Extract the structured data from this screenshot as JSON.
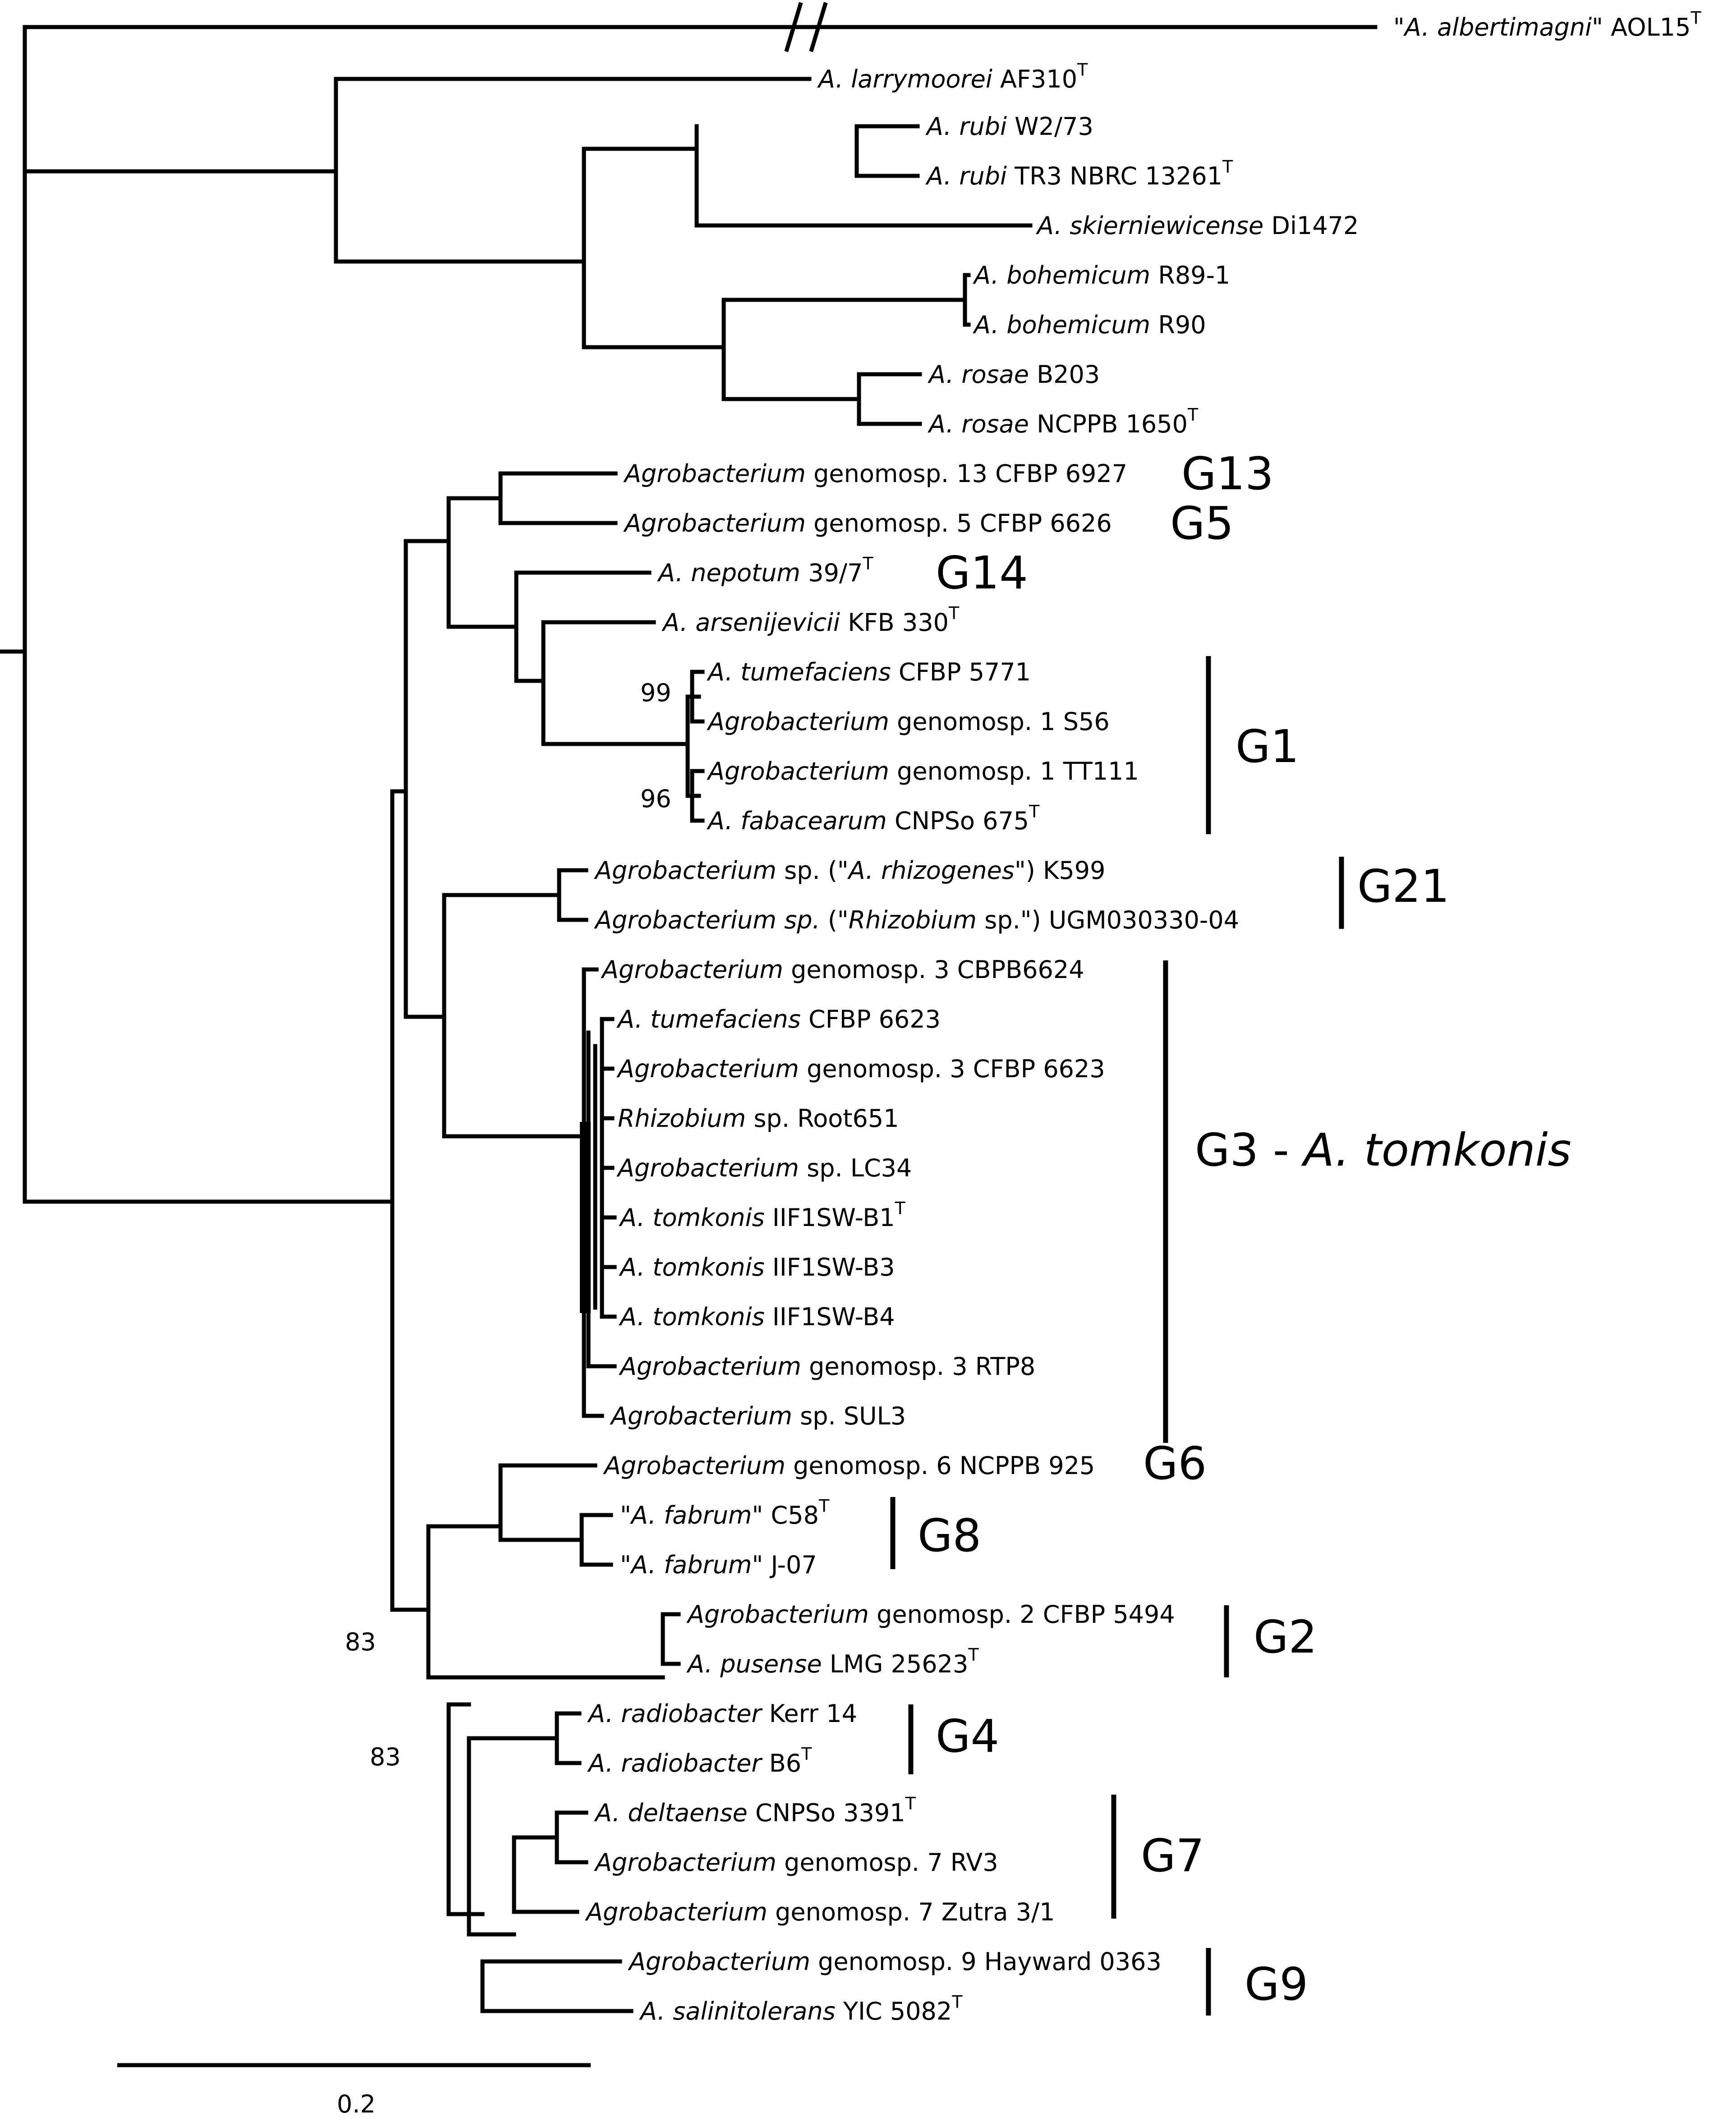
{
  "leaves": [
    {
      "id": "alb",
      "parts": [
        {
          "t": "\"A. albertimagni\"",
          "i": true
        },
        {
          "t": " AOL15"
        }
      ],
      "sup": "T"
    },
    {
      "id": "lar",
      "parts": [
        {
          "t": "A. larrymoorei",
          "i": true
        },
        {
          "t": " AF310"
        }
      ],
      "sup": "T"
    },
    {
      "id": "rub1",
      "parts": [
        {
          "t": "A. rubi",
          "i": true
        },
        {
          "t": " W2/73"
        }
      ],
      "sup": ""
    },
    {
      "id": "rub2",
      "parts": [
        {
          "t": "A. rubi",
          "i": true
        },
        {
          "t": " TR3 NBRC 13261"
        }
      ],
      "sup": "T"
    },
    {
      "id": "ski",
      "parts": [
        {
          "t": "A. skierniewicense",
          "i": true
        },
        {
          "t": " Di1472"
        }
      ],
      "sup": ""
    },
    {
      "id": "boh1",
      "parts": [
        {
          "t": "A. bohemicum",
          "i": true
        },
        {
          "t": " R89-1"
        }
      ],
      "sup": ""
    },
    {
      "id": "boh2",
      "parts": [
        {
          "t": "A. bohemicum",
          "i": true
        },
        {
          "t": " R90"
        }
      ],
      "sup": ""
    },
    {
      "id": "ros1",
      "parts": [
        {
          "t": "A. rosae",
          "i": true
        },
        {
          "t": " B203"
        }
      ],
      "sup": ""
    },
    {
      "id": "ros2",
      "parts": [
        {
          "t": "A. rosae",
          "i": true
        },
        {
          "t": " NCPPB 1650"
        }
      ],
      "sup": "T"
    },
    {
      "id": "g13",
      "parts": [
        {
          "t": "Agrobacterium",
          "i": true
        },
        {
          "t": " genomosp. 13 CFBP 6927"
        }
      ],
      "sup": ""
    },
    {
      "id": "g5",
      "parts": [
        {
          "t": "Agrobacterium",
          "i": true
        },
        {
          "t": " genomosp. 5 CFBP 6626"
        }
      ],
      "sup": ""
    },
    {
      "id": "nep",
      "parts": [
        {
          "t": "A. nepotum",
          "i": true
        },
        {
          "t": " 39/7"
        }
      ],
      "sup": "T"
    },
    {
      "id": "ars",
      "parts": [
        {
          "t": "A. arsenijevicii",
          "i": true
        },
        {
          "t": " KFB 330"
        }
      ],
      "sup": "T"
    },
    {
      "id": "tum1",
      "parts": [
        {
          "t": "A. tumefaciens",
          "i": true
        },
        {
          "t": " CFBP 5771"
        }
      ],
      "sup": ""
    },
    {
      "id": "s56",
      "parts": [
        {
          "t": "Agrobacterium",
          "i": true
        },
        {
          "t": " genomosp. 1 S56"
        }
      ],
      "sup": ""
    },
    {
      "id": "tt111",
      "parts": [
        {
          "t": "Agrobacterium",
          "i": true
        },
        {
          "t": " genomosp. 1 TT111"
        }
      ],
      "sup": ""
    },
    {
      "id": "fab",
      "parts": [
        {
          "t": "A. fabacearum",
          "i": true
        },
        {
          "t": " CNPSo 675"
        }
      ],
      "sup": "T"
    },
    {
      "id": "k599",
      "parts": [
        {
          "t": "Agrobacterium",
          "i": true
        },
        {
          "t": " sp. (\""
        },
        {
          "t": "A. rhizogenes",
          "i": true
        },
        {
          "t": "\") K599"
        }
      ],
      "sup": ""
    },
    {
      "id": "ugm",
      "parts": [
        {
          "t": "Agrobacterium sp.",
          "i": true
        },
        {
          "t": " (\""
        },
        {
          "t": "Rhizobium",
          "i": true
        },
        {
          "t": " sp.\") UGM030330-04"
        }
      ],
      "sup": ""
    },
    {
      "id": "cbpb",
      "parts": [
        {
          "t": "Agrobacterium",
          "i": true
        },
        {
          "t": " genomosp. 3 CBPB6624"
        }
      ],
      "sup": ""
    },
    {
      "id": "tum2",
      "parts": [
        {
          "t": "A. tumefaciens",
          "i": true
        },
        {
          "t": " CFBP 6623"
        }
      ],
      "sup": ""
    },
    {
      "id": "g3c",
      "parts": [
        {
          "t": "Agrobacterium",
          "i": true
        },
        {
          "t": " genomosp. 3 CFBP 6623"
        }
      ],
      "sup": ""
    },
    {
      "id": "root",
      "parts": [
        {
          "t": "Rhizobium",
          "i": true
        },
        {
          "t": " sp. Root651"
        }
      ],
      "sup": ""
    },
    {
      "id": "lc34",
      "parts": [
        {
          "t": "Agrobacterium",
          "i": true
        },
        {
          "t": " sp. LC34"
        }
      ],
      "sup": ""
    },
    {
      "id": "tk1",
      "parts": [
        {
          "t": "A. tomkonis",
          "i": true
        },
        {
          "t": " IIF1SW-B1"
        }
      ],
      "sup": "T"
    },
    {
      "id": "tk3",
      "parts": [
        {
          "t": "A. tomkonis",
          "i": true
        },
        {
          "t": " IIF1SW-B3"
        }
      ],
      "sup": ""
    },
    {
      "id": "tk4",
      "parts": [
        {
          "t": "A. tomkonis",
          "i": true
        },
        {
          "t": " IIF1SW-B4"
        }
      ],
      "sup": ""
    },
    {
      "id": "rtp8",
      "parts": [
        {
          "t": "Agrobacterium",
          "i": true
        },
        {
          "t": " genomosp. 3 RTP8"
        }
      ],
      "sup": ""
    },
    {
      "id": "sul3",
      "parts": [
        {
          "t": "Agrobacterium",
          "i": true
        },
        {
          "t": " sp. SUL3"
        }
      ],
      "sup": ""
    },
    {
      "id": "g6",
      "parts": [
        {
          "t": "Agrobacterium",
          "i": true
        },
        {
          "t": " genomosp. 6 NCPPB 925"
        }
      ],
      "sup": ""
    },
    {
      "id": "c58",
      "parts": [
        {
          "t": "\"A. fabrum\"",
          "i": true
        },
        {
          "t": " C58"
        }
      ],
      "sup": "T"
    },
    {
      "id": "j07",
      "parts": [
        {
          "t": "\"A. fabrum\"",
          "i": true
        },
        {
          "t": " J-07"
        }
      ],
      "sup": ""
    },
    {
      "id": "g2c",
      "parts": [
        {
          "t": "Agrobacterium",
          "i": true
        },
        {
          "t": " genomosp. 2 CFBP 5494"
        }
      ],
      "sup": ""
    },
    {
      "id": "pus",
      "parts": [
        {
          "t": "A. pusense",
          "i": true
        },
        {
          "t": " LMG 25623"
        }
      ],
      "sup": "T"
    },
    {
      "id": "kerr",
      "parts": [
        {
          "t": "A. radiobacter",
          "i": true
        },
        {
          "t": " Kerr 14"
        }
      ],
      "sup": ""
    },
    {
      "id": "b6",
      "parts": [
        {
          "t": "A. radiobacter",
          "i": true
        },
        {
          "t": " B6"
        }
      ],
      "sup": "T"
    },
    {
      "id": "del",
      "parts": [
        {
          "t": "A. deltaense",
          "i": true
        },
        {
          "t": " CNPSo 3391"
        }
      ],
      "sup": "T"
    },
    {
      "id": "rv3",
      "parts": [
        {
          "t": "Agrobacterium",
          "i": true
        },
        {
          "t": " genomosp. 7 RV3"
        }
      ],
      "sup": ""
    },
    {
      "id": "zut",
      "parts": [
        {
          "t": "Agrobacterium",
          "i": true
        },
        {
          "t": " genomosp. 7 Zutra 3/1"
        }
      ],
      "sup": ""
    },
    {
      "id": "hay",
      "parts": [
        {
          "t": "Agrobacterium",
          "i": true
        },
        {
          "t": " genomosp. 9 Hayward 0363"
        }
      ],
      "sup": ""
    },
    {
      "id": "sal",
      "parts": [
        {
          "t": "A. salinitolerans",
          "i": true
        },
        {
          "t": " YIC 5082"
        }
      ],
      "sup": "T"
    }
  ],
  "groups": [
    {
      "id": "G13",
      "parts": [
        {
          "t": "G13"
        }
      ]
    },
    {
      "id": "G5",
      "parts": [
        {
          "t": "G5"
        }
      ]
    },
    {
      "id": "G14",
      "parts": [
        {
          "t": "G14"
        }
      ]
    },
    {
      "id": "G1",
      "parts": [
        {
          "t": "G1"
        }
      ]
    },
    {
      "id": "G21",
      "parts": [
        {
          "t": "G21"
        }
      ]
    },
    {
      "id": "G3",
      "parts": [
        {
          "t": "G3 - "
        },
        {
          "t": "A. tomkonis",
          "i": true
        }
      ]
    },
    {
      "id": "G6",
      "parts": [
        {
          "t": "G6"
        }
      ]
    },
    {
      "id": "G8",
      "parts": [
        {
          "t": "G8"
        }
      ]
    },
    {
      "id": "G2",
      "parts": [
        {
          "t": "G2"
        }
      ]
    },
    {
      "id": "G4",
      "parts": [
        {
          "t": "G4"
        }
      ]
    },
    {
      "id": "G7",
      "parts": [
        {
          "t": "G7"
        }
      ]
    },
    {
      "id": "G9",
      "parts": [
        {
          "t": "G9"
        }
      ]
    }
  ],
  "bootstrap": [
    "99",
    "96",
    "83",
    "83"
  ],
  "scale_bar": {
    "label": "0.2",
    "value": 0.2
  }
}
